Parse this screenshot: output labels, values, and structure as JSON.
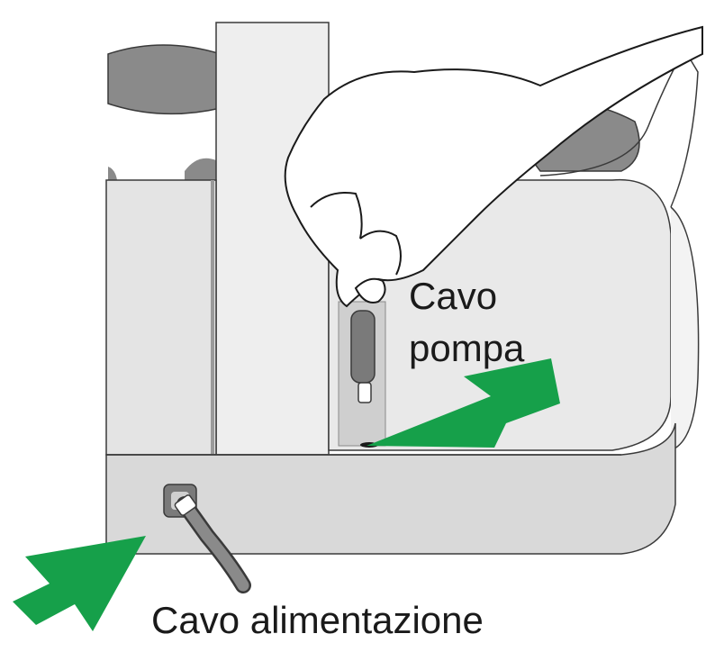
{
  "labels": {
    "pump_cable_line1": "Cavo",
    "pump_cable_line2": "pompa",
    "power_cable": "Cavo alimentazione"
  },
  "icons": {
    "pump_arrow": "arrow-icon",
    "power_arrow": "arrow-icon"
  },
  "colors": {
    "arrow": "#16a04a",
    "body": "#e6e6e6",
    "shadow": "#8a8a8a",
    "outline": "#3a3a3a"
  }
}
